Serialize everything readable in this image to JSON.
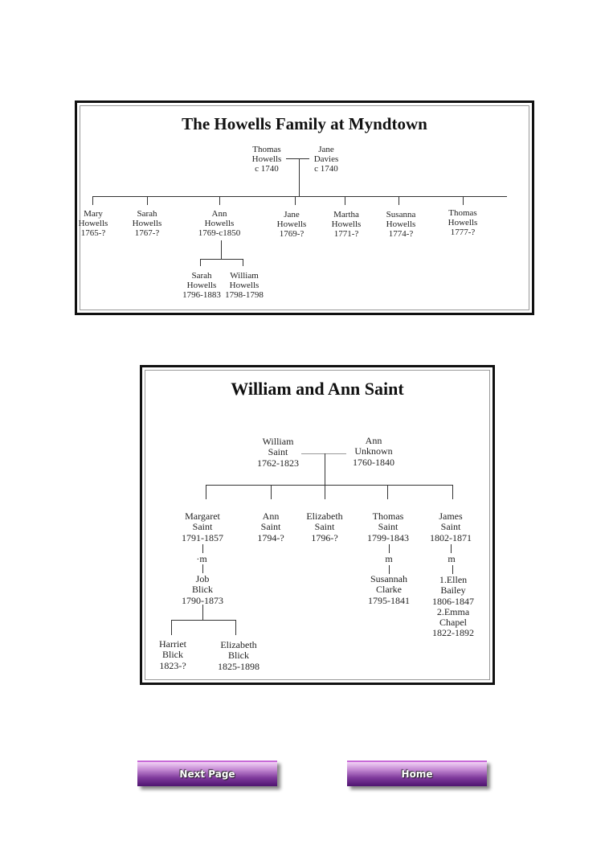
{
  "chart1": {
    "title": "The Howells Family at Myndtown",
    "parents": [
      "Thomas\nHowells\nc 1740",
      "Jane\nDavies\nc 1740"
    ],
    "children": [
      "Mary\nHowells\n1765-?",
      "Sarah\nHowells\n1767-?",
      "Ann\nHowells\n1769-c1850",
      "Jane\nHowells\n1769-?",
      "Martha\nHowells\n1771-?",
      "Susanna\nHowells\n1774-?",
      "Thomas\nHowells\n1777-?"
    ],
    "grandchildren": [
      "Sarah\nHowells\n1796-1883",
      "William\nHowells\n1798-1798"
    ]
  },
  "chart2": {
    "title": "William and Ann Saint",
    "parents": [
      "William\nSaint\n1762-1823",
      "Ann\nUnknown\n1760-1840"
    ],
    "children": [
      "Margaret\nSaint\n1791-1857",
      "Ann\nSaint\n1794-?",
      "Elizabeth\nSaint\n1796-?",
      "Thomas\nSaint\n1799-1843",
      "James\nSaint\n1802-1871"
    ],
    "marriage_marks": [
      "·m",
      "m",
      "m"
    ],
    "spouses": [
      "Job\nBlick\n1790-1873",
      "Susannah\nClarke\n1795-1841",
      "1.Ellen\nBailey\n1806-1847\n2.Emma\nChapel\n1822-1892"
    ],
    "grandchildren": [
      "Harriet\nBlick\n1823-?",
      "Elizabeth\nBlick\n1825-1898"
    ]
  },
  "nav": {
    "next_label": "Next Page",
    "home_label": "Home"
  }
}
